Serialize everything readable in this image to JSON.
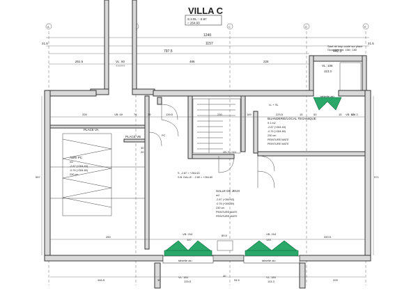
{
  "title": "VILLA C",
  "level_note": {
    "line1": "S.2.DL : -2.87",
    "line2": "= 264.93"
  },
  "top_dims": {
    "total": "1240",
    "sub": "1157",
    "mid": "797.5",
    "right": "442.5"
  },
  "top_segments": [
    "251.5",
    "486",
    "226",
    "VL: 60",
    "??????"
  ],
  "grid_marks": [
    "A",
    "B",
    "C",
    "D",
    "E"
  ],
  "left_margin": "21.5",
  "right_margin": "21.5",
  "notes_right": {
    "line1": "Saut de loup coulé sur place",
    "line2": "Ouverture int. 158 / 180"
  },
  "vl106": "VL: 106",
  "vl106_dim": "113.3",
  "tablette_top": "tablette alu",
  "tablette_bottom_left": "tablette alu",
  "tablette_bottom_right": "tablette alu",
  "rooms": {
    "place_va": "PLACE VA",
    "place_vb": "PLACE VB",
    "abri_pc": {
      "name": "ABRI PC",
      "lines": [
        "m2",
        "-2.87 (+264.63)",
        "-0.76 (+264.80)",
        "230 cm"
      ]
    },
    "buanderie": {
      "name": "BUANDERIE/LOCAL TECHNIQUE",
      "lines": [
        "9.1 m2",
        "-2.87 (+264.63)",
        "-0.76 (+264.80)",
        "230 cm",
        "PEINTURE MATE",
        "PEINTURE MATE"
      ]
    },
    "salle_jeux": {
      "name": "SALLE DE JEUX",
      "lines": [
        "m2",
        "-2.87 (+264.63)",
        "-0.76 (+264.80)",
        "230 cm",
        "PEINTURE MATE",
        "PEINTURE MATE"
      ]
    }
  },
  "level_notes": {
    "a": "S. -2.87 = +264.63",
    "b": "S.B. DALLE : -2.80 = +264.80"
  },
  "labels": {
    "vb69": "VB: 69",
    "ll_sl": "LL + SL",
    "vb126": "VB: 126.3",
    "vb204_left": "VB: 204",
    "vb204_right": "VB: 204",
    "vb79": "VB: 79 / 201",
    "vl184_left": "VL: 184",
    "vl184_right": "VL: 184",
    "pc": "PC"
  },
  "dims_inner": [
    "205",
    "76",
    "39",
    "139.5",
    "230",
    "169",
    "229.5",
    "15",
    "50",
    "15",
    "60"
  ],
  "dims_side": {
    "left_tall": "557",
    "right_tall": "571",
    "left_small": "30",
    "right_small": "20"
  },
  "bottom_dims": {
    "d1": "260",
    "d2": "147",
    "d3": "89.5",
    "d4": "133",
    "d5": "349.5",
    "d6": "446.5",
    "d7": "125.5",
    "d8": "94.5",
    "d9": "113.3",
    "d10": "209",
    "d11": "30",
    "d12": "40"
  },
  "colors": {
    "wall": "#d9d9d9",
    "window": "#2aa86a",
    "line": "#333333"
  }
}
